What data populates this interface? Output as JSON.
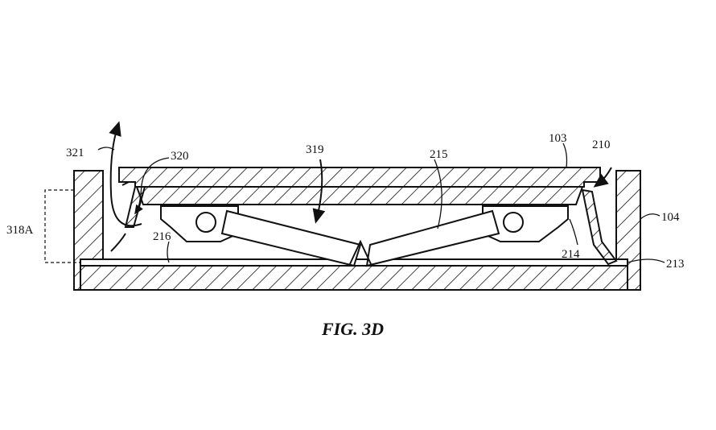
{
  "figure": {
    "caption": "FIG. 3D",
    "labels": {
      "l103": "103",
      "l104": "104",
      "l210": "210",
      "l213": "213",
      "l214": "214",
      "l215": "215",
      "l216": "216",
      "l318a": "318A",
      "l319": "319",
      "l320": "320",
      "l321": "321"
    }
  }
}
